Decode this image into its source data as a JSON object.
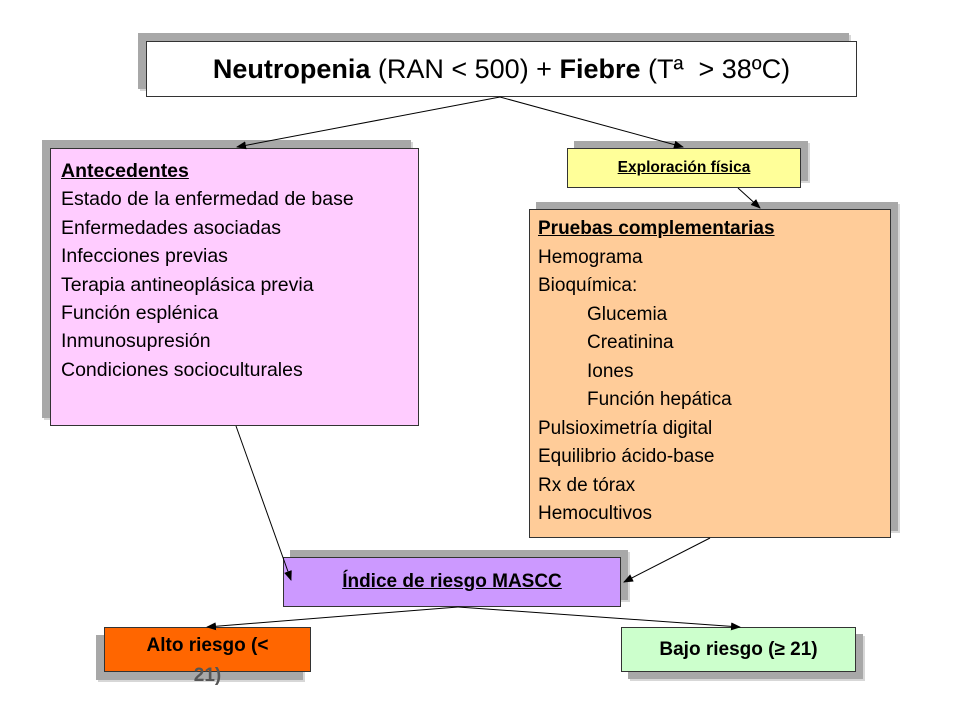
{
  "title": {
    "term1": "Neutropenia",
    "term1_detail": " (RAN < 500) + ",
    "term2": "Fiebre",
    "term2_detail": " (Tª  > 38ºC)"
  },
  "antecedentes": {
    "header": "Antecedentes",
    "items": [
      "Estado de la enfermedad de base",
      "Enfermedades asociadas",
      "Infecciones previas",
      "Terapia antineoplásica previa",
      "Función esplénica",
      "Inmunosupresión",
      "Condiciones socioculturales"
    ]
  },
  "exploracion": {
    "label": "Exploración física"
  },
  "pruebas": {
    "header": "Pruebas complementarias",
    "items": [
      "Hemograma",
      "Bioquímica:",
      "Glucemia",
      "Creatinina",
      "Iones",
      "Función hepática",
      "Pulsioximetría digital",
      "Equilibrio ácido-base",
      "Rx de tórax",
      "Hemocultivos"
    ]
  },
  "mascc": {
    "label": "Índice de riesgo MASCC"
  },
  "alto": {
    "line1": "Alto riesgo (<",
    "line2": "21)"
  },
  "bajo": {
    "label": "Bajo riesgo (≥ 21)"
  },
  "colors": {
    "antecedentes": "#ffccff",
    "exploracion": "#ffff99",
    "pruebas": "#ffcc99",
    "mascc": "#cc99ff",
    "alto": "#ff6600",
    "bajo": "#ccffcc"
  }
}
